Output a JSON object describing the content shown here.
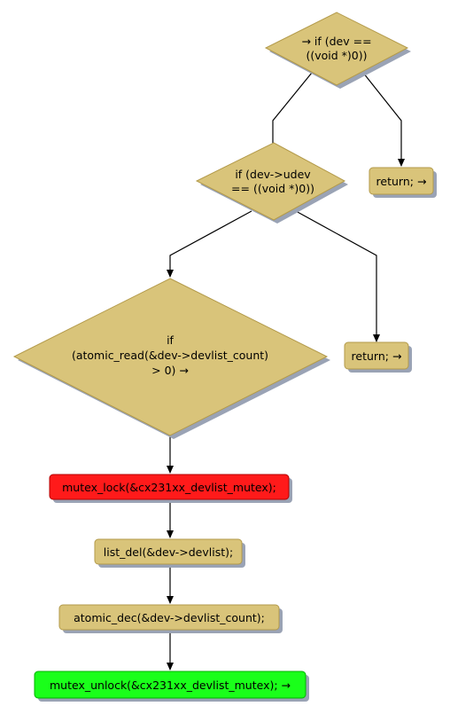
{
  "colors": {
    "decision": "#d9c47a",
    "process": "#d9c47a",
    "shadow": "#9aa3b5",
    "border": "#b39a4a",
    "error": "#ff1a1a",
    "success": "#1aff1a",
    "edge": "#000000"
  },
  "nodes": {
    "decision_dev_null": {
      "lines": [
        "→ if (dev ==",
        "((void *)0))"
      ]
    },
    "return_1": {
      "lines": [
        "return; →"
      ]
    },
    "decision_udev_null": {
      "lines": [
        "if (dev->udev",
        "== ((void *)0))"
      ]
    },
    "return_2": {
      "lines": [
        "return; →"
      ]
    },
    "decision_devlist_count": {
      "lines": [
        "if",
        "(atomic_read(&dev->devlist_count)",
        "> 0) →"
      ]
    },
    "mutex_lock": {
      "lines": [
        "mutex_lock(&cx231xx_devlist_mutex);"
      ]
    },
    "list_del": {
      "lines": [
        "list_del(&dev->devlist);"
      ]
    },
    "atomic_dec": {
      "lines": [
        "atomic_dec(&dev->devlist_count);"
      ]
    },
    "mutex_unlock": {
      "lines": [
        "mutex_unlock(&cx231xx_devlist_mutex); →"
      ]
    }
  }
}
